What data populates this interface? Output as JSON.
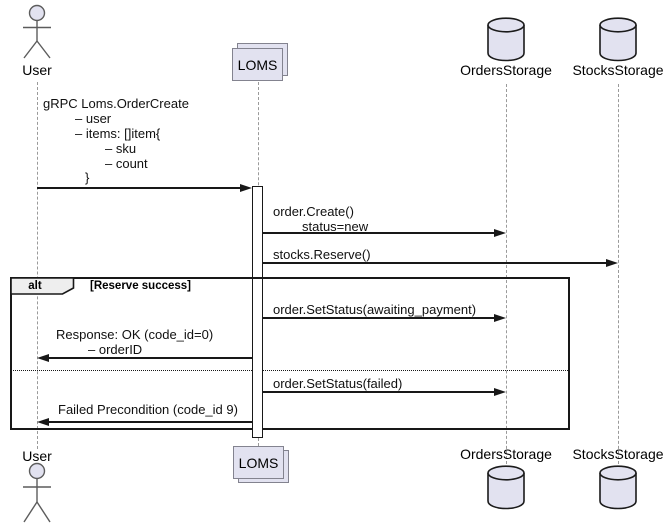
{
  "colors": {
    "participant_fill": "#E2E2F0",
    "participant_border": "#83838f",
    "frame_border": "#181818",
    "tab_fill": "#EEEEEE",
    "lifeline": "#9a9a9a",
    "arrow": "#181818"
  },
  "participants": {
    "user": "User",
    "loms": "LOMS",
    "orders": "OrdersStorage",
    "stocks": "StocksStorage"
  },
  "fragment": {
    "operator": "alt",
    "guard": "[Reserve success]"
  },
  "messages": {
    "order_create_request": {
      "lines": [
        "gRPC Loms.OrderCreate",
        "– user",
        "– items: []item{",
        "– sku",
        "– count",
        "}"
      ]
    },
    "order_create": {
      "lines": [
        "order.Create()",
        "status=new"
      ]
    },
    "stocks_reserve": {
      "text": "stocks.Reserve()"
    },
    "set_status_awaiting": {
      "text": "order.SetStatus(awaiting_payment)"
    },
    "response_ok": {
      "lines": [
        "Response: OK (code_id=0)",
        "– orderID"
      ]
    },
    "set_status_failed": {
      "text": "order.SetStatus(failed)"
    },
    "failed_precondition": {
      "text": "Failed Precondition (code_id 9)"
    }
  }
}
